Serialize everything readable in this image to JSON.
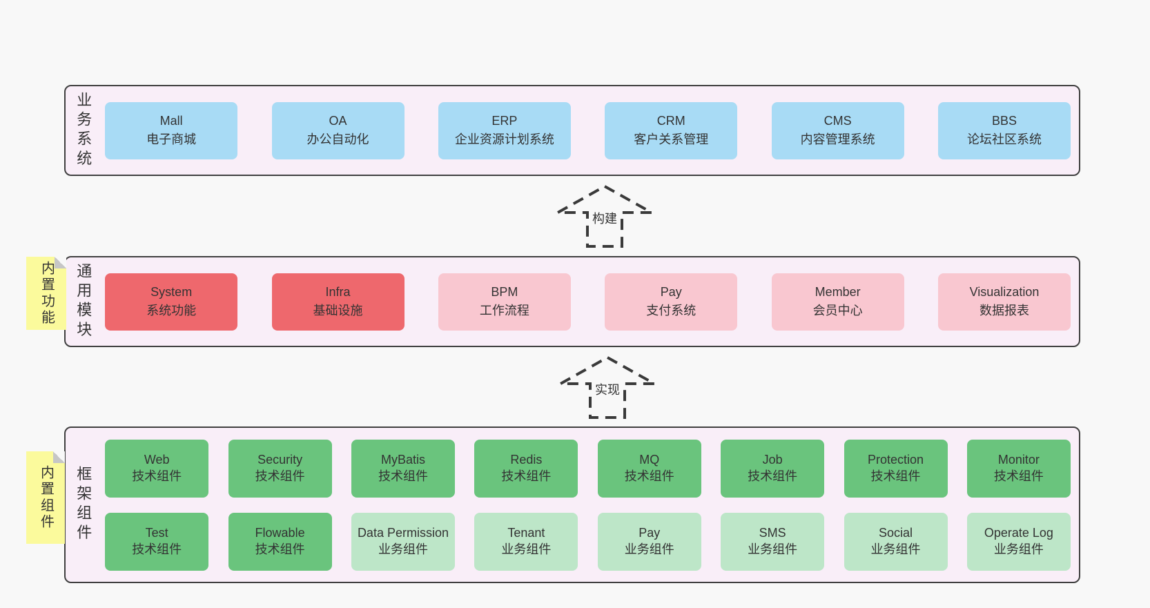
{
  "colors": {
    "page_bg": "#f8f8f8",
    "band_bg": "#f9eef8",
    "band_border": "#3f3f3f",
    "note_bg": "#fbfa9c",
    "note_fold": "#c6c6c6",
    "text": "#333333",
    "arrow": "#3a3a3a",
    "blue": "#a8dbf5",
    "red": "#ee686d",
    "pink": "#f9c7d0",
    "green_dark": "#6ac47d",
    "green_light": "#bde6c8"
  },
  "arrows": [
    {
      "label": "构建"
    },
    {
      "label": "实现"
    }
  ],
  "sections": [
    {
      "name": "business-systems",
      "label": "业务系统",
      "note": null,
      "rows": [
        [
          {
            "title": "Mall",
            "subtitle": "电子商城",
            "color": "blue"
          },
          {
            "title": "OA",
            "subtitle": "办公自动化",
            "color": "blue"
          },
          {
            "title": "ERP",
            "subtitle": "企业资源计划系统",
            "color": "blue"
          },
          {
            "title": "CRM",
            "subtitle": "客户关系管理",
            "color": "blue"
          },
          {
            "title": "CMS",
            "subtitle": "内容管理系统",
            "color": "blue"
          },
          {
            "title": "BBS",
            "subtitle": "论坛社区系统",
            "color": "blue"
          }
        ]
      ]
    },
    {
      "name": "common-modules",
      "label": "通用模块",
      "note": "内置功能",
      "rows": [
        [
          {
            "title": "System",
            "subtitle": "系统功能",
            "color": "red"
          },
          {
            "title": "Infra",
            "subtitle": "基础设施",
            "color": "red"
          },
          {
            "title": "BPM",
            "subtitle": "工作流程",
            "color": "pink"
          },
          {
            "title": "Pay",
            "subtitle": "支付系统",
            "color": "pink"
          },
          {
            "title": "Member",
            "subtitle": "会员中心",
            "color": "pink"
          },
          {
            "title": "Visualization",
            "subtitle": "数据报表",
            "color": "pink"
          }
        ]
      ]
    },
    {
      "name": "framework-components",
      "label": "框架组件",
      "note": "内置组件",
      "rows": [
        [
          {
            "title": "Web",
            "subtitle": "技术组件",
            "color": "green_dark"
          },
          {
            "title": "Security",
            "subtitle": "技术组件",
            "color": "green_dark"
          },
          {
            "title": "MyBatis",
            "subtitle": "技术组件",
            "color": "green_dark"
          },
          {
            "title": "Redis",
            "subtitle": "技术组件",
            "color": "green_dark"
          },
          {
            "title": "MQ",
            "subtitle": "技术组件",
            "color": "green_dark"
          },
          {
            "title": "Job",
            "subtitle": "技术组件",
            "color": "green_dark"
          },
          {
            "title": "Protection",
            "subtitle": "技术组件",
            "color": "green_dark"
          },
          {
            "title": "Monitor",
            "subtitle": "技术组件",
            "color": "green_dark"
          }
        ],
        [
          {
            "title": "Test",
            "subtitle": "技术组件",
            "color": "green_dark"
          },
          {
            "title": "Flowable",
            "subtitle": "技术组件",
            "color": "green_dark"
          },
          {
            "title": "Data Permission",
            "subtitle": "业务组件",
            "color": "green_light"
          },
          {
            "title": "Tenant",
            "subtitle": "业务组件",
            "color": "green_light"
          },
          {
            "title": "Pay",
            "subtitle": "业务组件",
            "color": "green_light"
          },
          {
            "title": "SMS",
            "subtitle": "业务组件",
            "color": "green_light"
          },
          {
            "title": "Social",
            "subtitle": "业务组件",
            "color": "green_light"
          },
          {
            "title": "Operate Log",
            "subtitle": "业务组件",
            "color": "green_light"
          }
        ]
      ]
    }
  ]
}
